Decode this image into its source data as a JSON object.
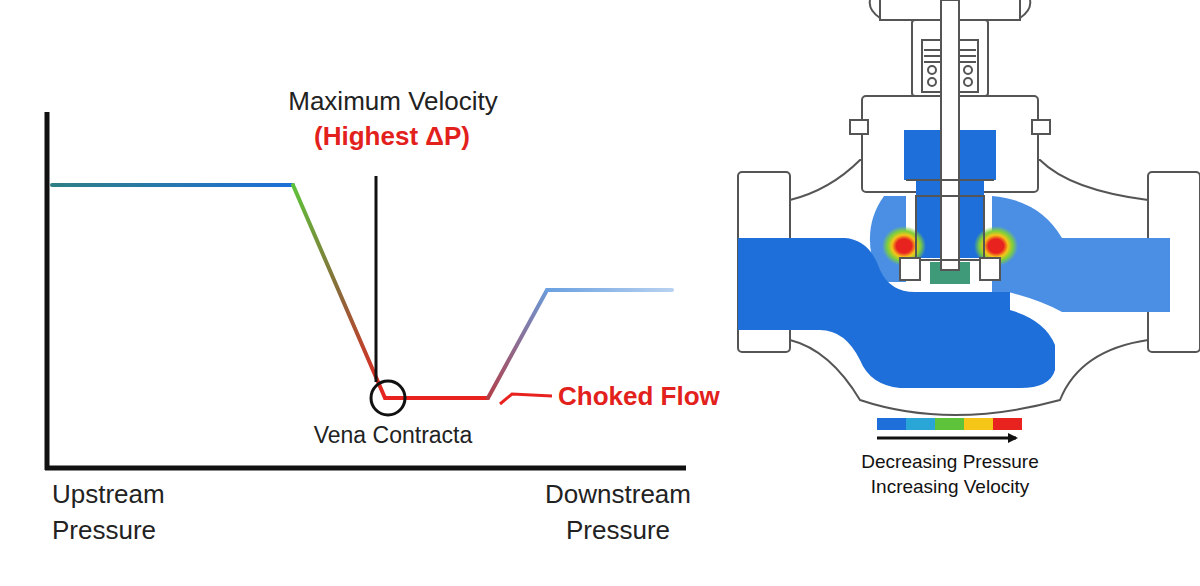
{
  "diagram": {
    "labels": [
      "Maximum Velocity",
      "(Highest ΔP)",
      "Vena Contracta",
      "Choked Flow",
      "Upstream Pressure",
      "Downstream Pressure",
      "Decreasing Pressure",
      "Increasing Velocity"
    ]
  }
}
